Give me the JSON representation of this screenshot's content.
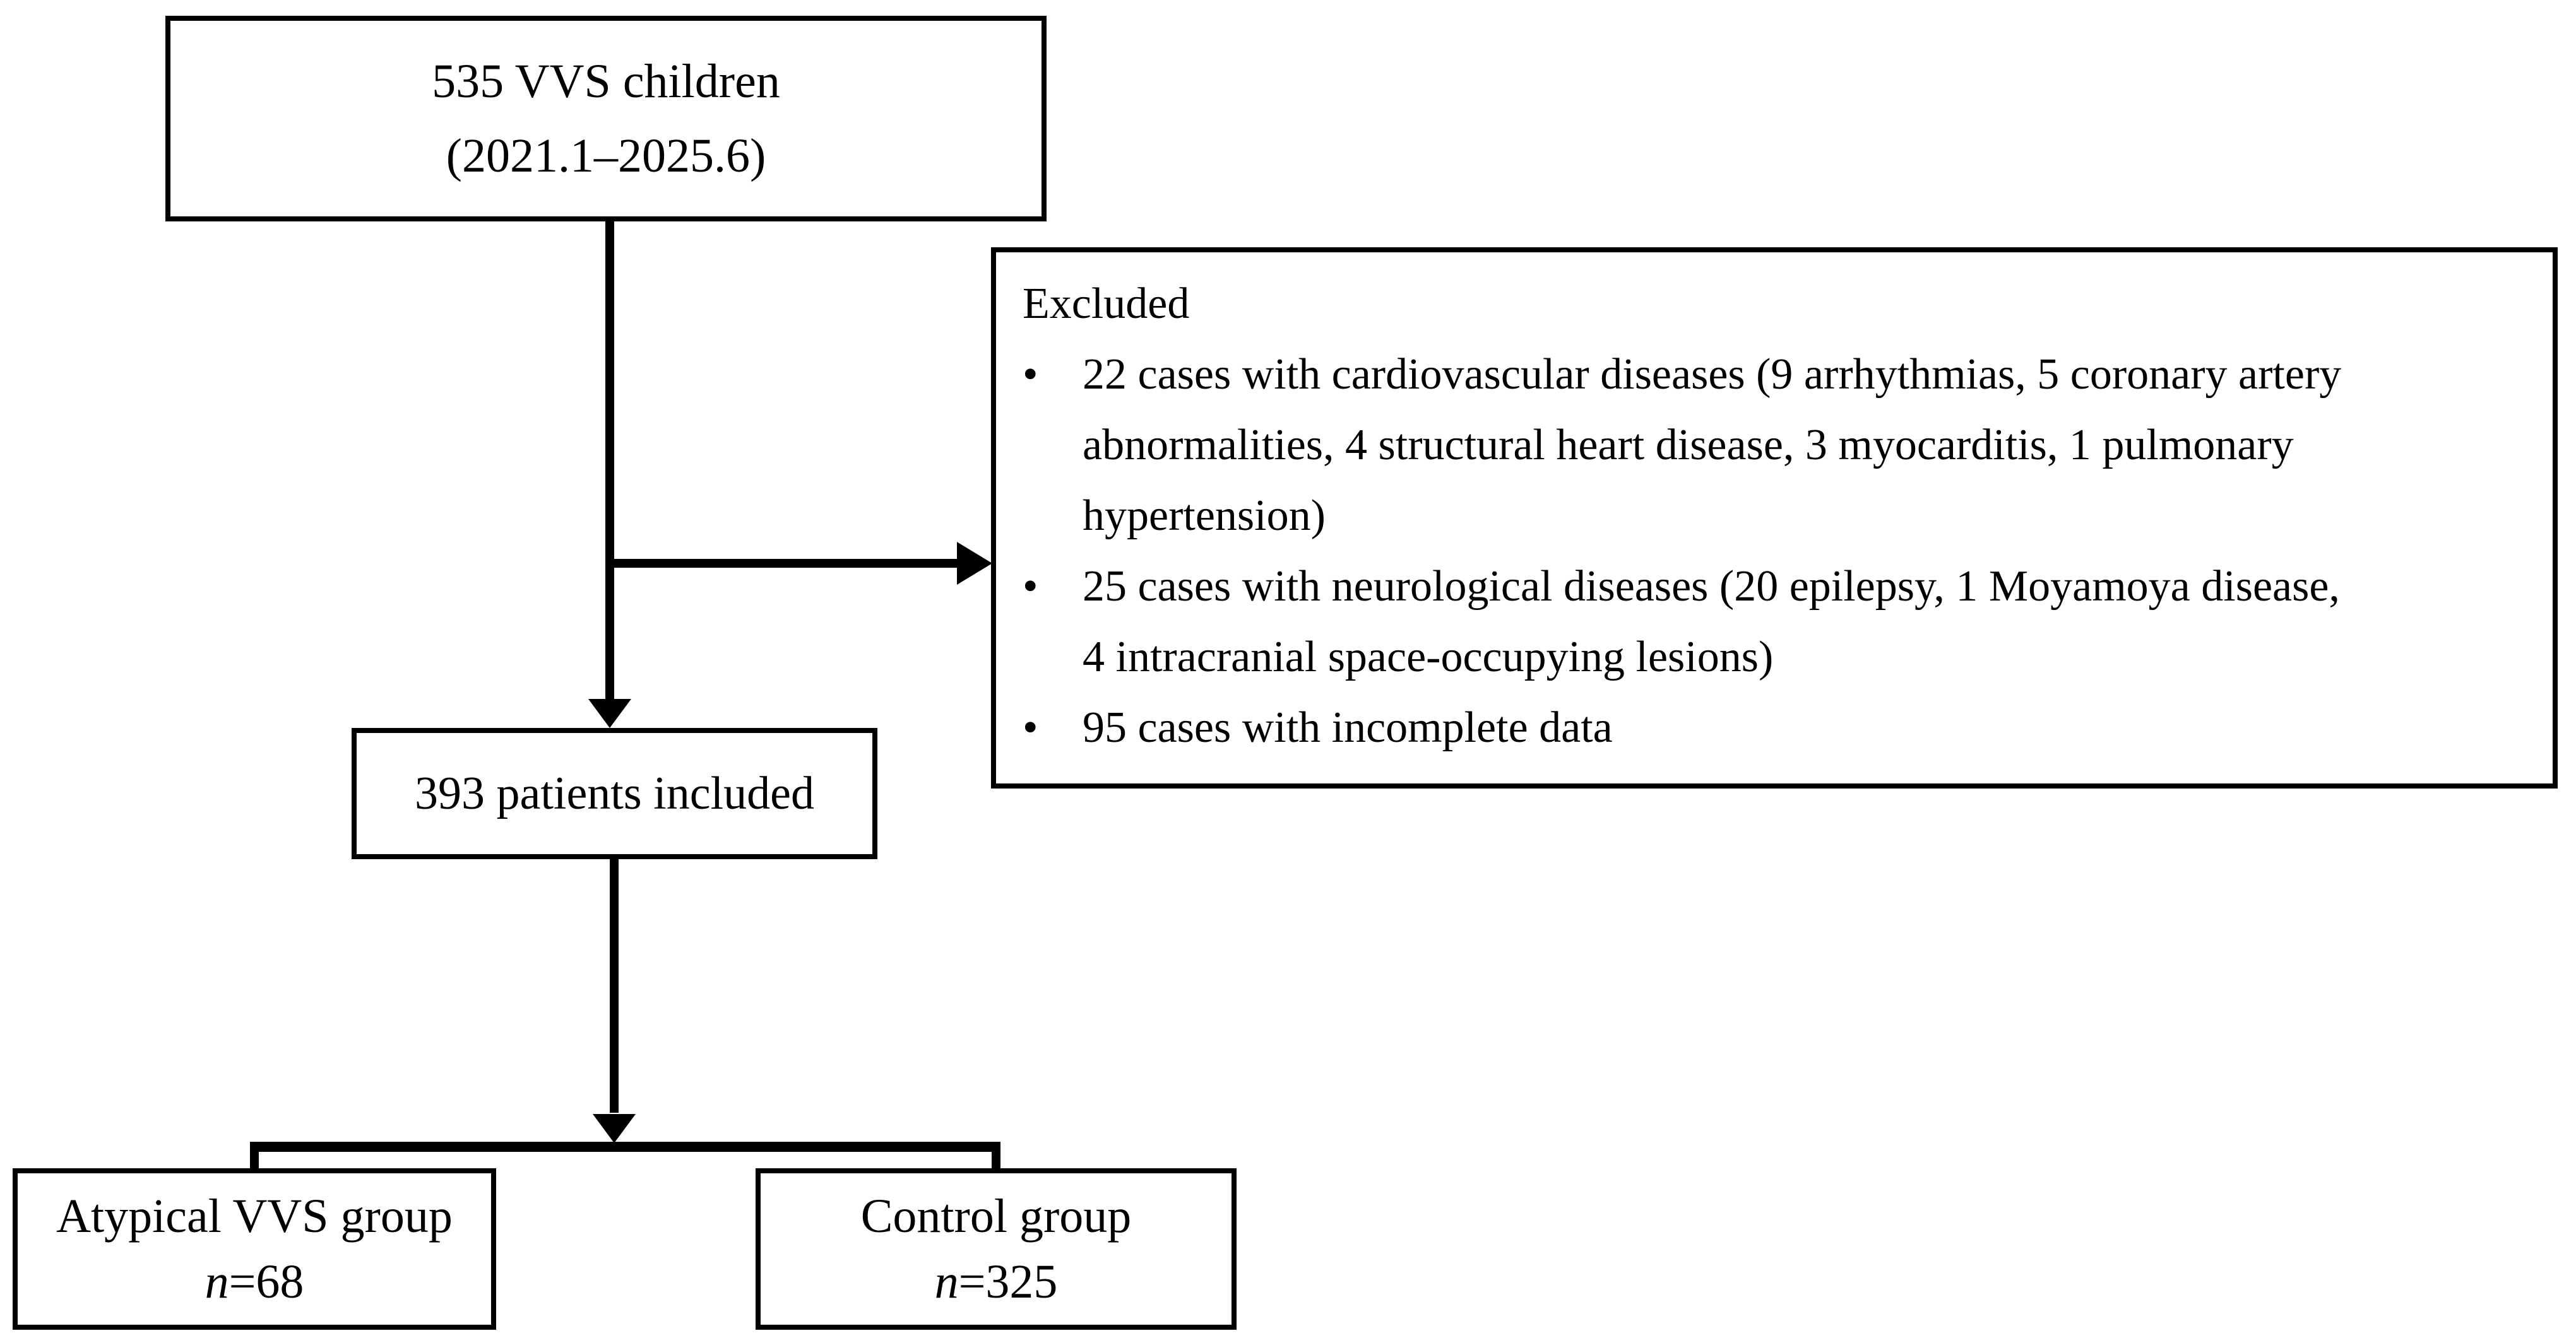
{
  "figure": {
    "colors": {
      "background": "#ffffff",
      "line": "#000000",
      "text": "#000000"
    },
    "top_box": {
      "line1": "535 VVS children",
      "line2": "(2021.1–2025.6)"
    },
    "excluded_box": {
      "title": "Excluded",
      "bullet_glyph": "•",
      "bullets": [
        "22 cases with cardiovascular diseases (9 arrhythmias, 5 coronary artery\nabnormalities, 4 structural heart disease, 3 myocarditis, 1 pulmonary\nhypertension)",
        "25 cases with neurological diseases (20 epilepsy, 1 Moyamoya disease,\n4 intracranial space-occupying lesions)",
        "95 cases with incomplete data"
      ]
    },
    "included_box": {
      "label": "393 patients included"
    },
    "groups": [
      {
        "name": "Atypical VVS group",
        "n_symbol": "n",
        "n_value": "=68"
      },
      {
        "name": "Control group",
        "n_symbol": "n",
        "n_value": "=325"
      }
    ]
  }
}
